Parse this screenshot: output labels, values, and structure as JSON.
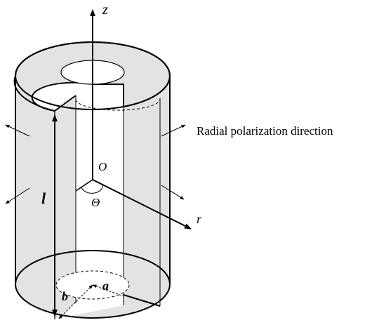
{
  "labels": {
    "z_axis": "z",
    "r_axis": "r",
    "origin": "O",
    "theta": "Θ",
    "length": "l",
    "outer_radius": "b",
    "inner_radius": "a",
    "polarization": "Radial polarization direction"
  },
  "colors": {
    "shell_fill": "#e3e3e3",
    "stroke": "#000000",
    "background": "#ffffff"
  }
}
